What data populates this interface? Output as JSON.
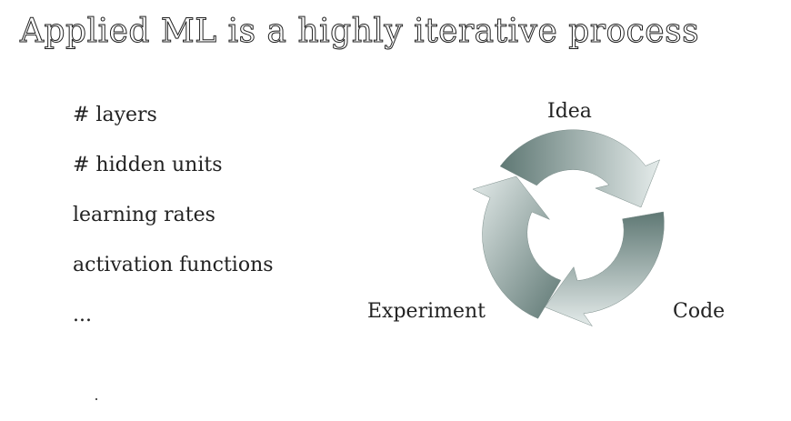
{
  "title": "Applied ML is a highly iterative process",
  "hyperparameters": [
    "# layers",
    "# hidden units",
    "learning rates",
    "activation functions",
    "..."
  ],
  "cycle": {
    "idea_label": "Idea",
    "code_label": "Code",
    "experiment_label": "Experiment",
    "arrow_color_dark": "#5f7874",
    "arrow_color_light": "#e4ebea"
  }
}
